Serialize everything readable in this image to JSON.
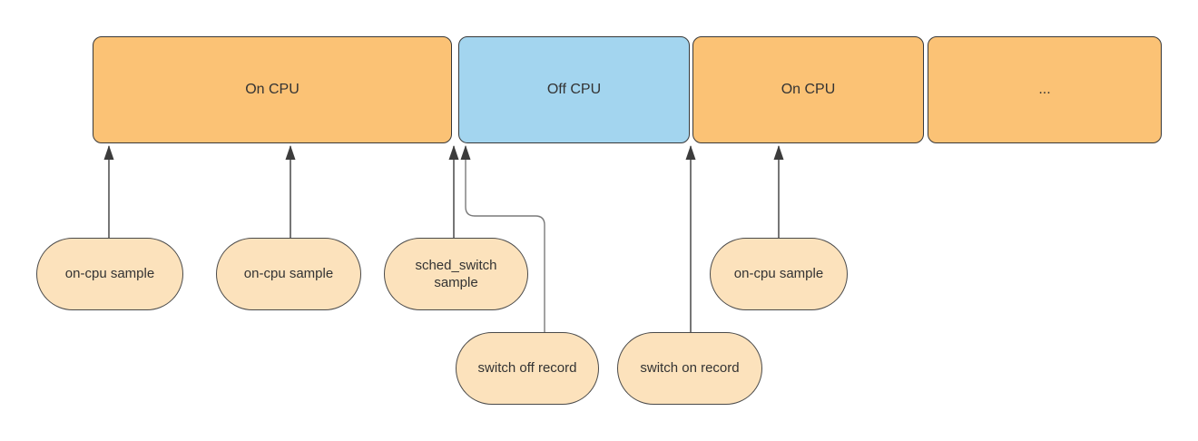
{
  "diagram_type": "cpu-scheduling-timeline",
  "timeline": {
    "blocks": [
      {
        "label": "On CPU",
        "state": "on-cpu"
      },
      {
        "label": "Off CPU",
        "state": "off-cpu"
      },
      {
        "label": "On CPU",
        "state": "on-cpu"
      },
      {
        "label": "...",
        "state": "on-cpu"
      }
    ]
  },
  "bubbles": [
    {
      "label": "on-cpu sample"
    },
    {
      "label": "on-cpu sample"
    },
    {
      "label": "sched_switch sample"
    },
    {
      "label": "on-cpu sample"
    },
    {
      "label": "switch off record"
    },
    {
      "label": "switch on record"
    }
  ],
  "edges": [
    {
      "from": "on-cpu sample (1)",
      "to": "On CPU (1) bottom",
      "style": "straight-arrow"
    },
    {
      "from": "on-cpu sample (2)",
      "to": "On CPU (1) bottom",
      "style": "straight-arrow"
    },
    {
      "from": "sched_switch sample",
      "to": "On CPU (1) / Off CPU boundary",
      "style": "straight-arrow"
    },
    {
      "from": "switch off record",
      "to": "Off CPU left edge",
      "style": "elbow-arrow"
    },
    {
      "from": "switch on record",
      "to": "Off CPU / On CPU (2) boundary",
      "style": "straight-arrow"
    },
    {
      "from": "on-cpu sample (3)",
      "to": "On CPU (2) bottom",
      "style": "straight-arrow"
    }
  ],
  "colors": {
    "on_cpu_fill": "#fbc275",
    "off_cpu_fill": "#a3d5ef",
    "bubble_fill": "#fce2bc",
    "shape_outline": "#383838",
    "connector": "#3c3c3c",
    "elbow_connector": "#7a7a7a",
    "text": "#333333",
    "background": "#ffffff"
  }
}
